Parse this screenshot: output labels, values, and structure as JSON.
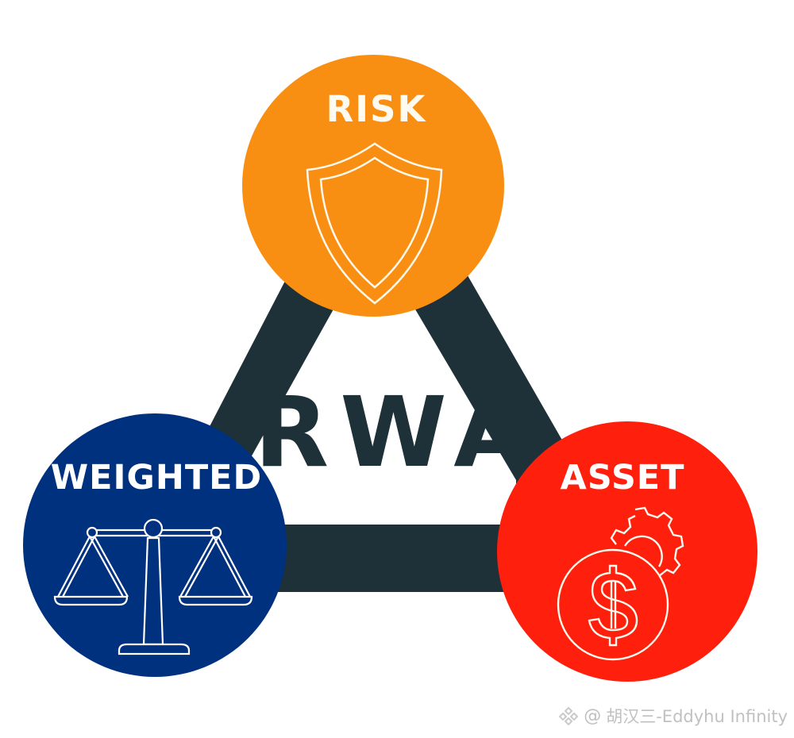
{
  "diagram": {
    "center_label": "RWA",
    "nodes": [
      {
        "id": "risk",
        "label": "RISK",
        "icon": "shield-icon",
        "color": "#f98f12"
      },
      {
        "id": "weighted",
        "label": "WEIGHTED",
        "icon": "balance-scale-icon",
        "color": "#00317f"
      },
      {
        "id": "asset",
        "label": "ASSET",
        "icon": "dollar-coin-gear-icon",
        "color": "#fe1f0d"
      }
    ],
    "connector_color": "#1e3038",
    "icon_stroke_color": "#fff8ec"
  },
  "watermark": {
    "logo_icon": "diamond-logo-icon",
    "at_symbol": "@",
    "text": "胡汉三-Eddyhu Infinity"
  }
}
